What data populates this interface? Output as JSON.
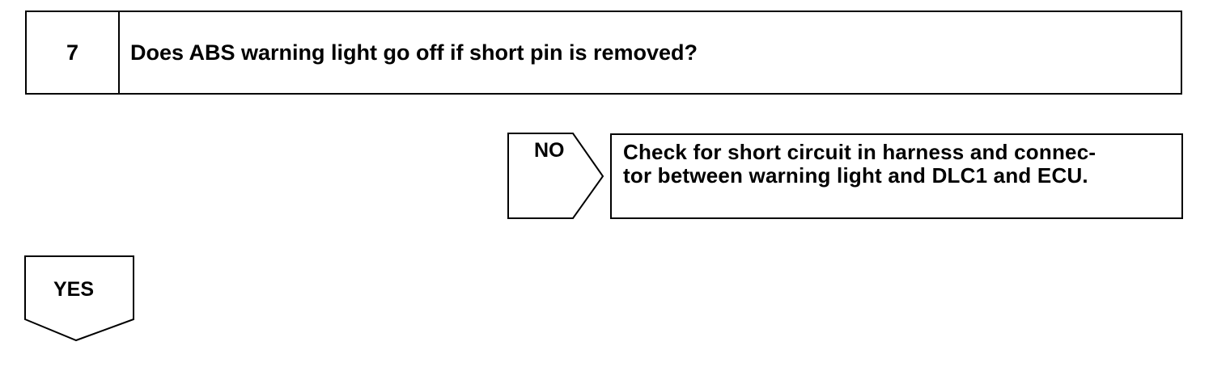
{
  "step": {
    "number": "7",
    "question": "Does ABS warning light go off if short pin is removed?"
  },
  "branches": {
    "no": {
      "label": "NO",
      "result_lines": [
        "Check for short circuit in harness and connec-",
        "tor between warning light and DLC1 and ECU."
      ]
    },
    "yes": {
      "label": "YES"
    }
  }
}
